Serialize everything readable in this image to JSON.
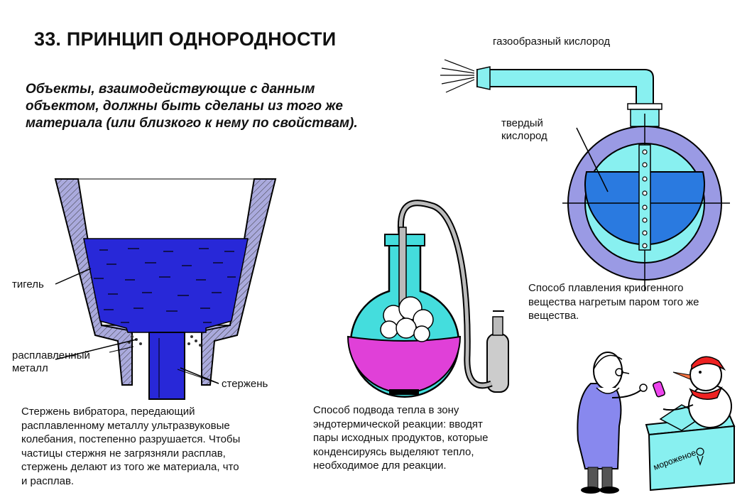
{
  "title": "33. ПРИНЦИП ОДНОРОДНОСТИ",
  "principle": "Объекты, взаимодействующие с данным объектом, должны быть сделаны из того же материала (или близкого к нему по свойствам).",
  "crucible": {
    "label_crucible": "тигель",
    "label_molten_l1": "расплавленный",
    "label_molten_l2": "металл",
    "label_rod": "стержень",
    "caption": [
      "Стержень вибратора, передающий",
      "расплавленному металлу ультразвуковые",
      "колебания, постепенно разрушается. Чтобы",
      "частицы стержня не загрязняли расплав,",
      "стержень делают из того же материала, что",
      "и расплав."
    ]
  },
  "flask": {
    "caption": [
      "Способ подвода тепла в зону",
      "эндотермической реакции: вводят",
      "пары исходных продуктов, которые",
      "конденсируясь выделяют тепло,",
      "необходимое для реакции."
    ]
  },
  "oxygen": {
    "label_gas": "газообразный кислород",
    "label_solid_l1": "твердый",
    "label_solid_l2": "кислород",
    "caption": [
      "Способ плавления криогенного",
      "вещества нагретым паром того же",
      "вещества."
    ]
  },
  "cartoon": {
    "sign": "мороженое"
  },
  "colors": {
    "crucible_wall": "#aaaadd",
    "molten_metal": "#2828d8",
    "flask_liquid": "#e040d8",
    "flask_glass": "#44dddd",
    "vessel_ring": "#9a9ae4",
    "solid_oxygen": "#2a7ae0",
    "cyan": "#88f0f0"
  }
}
